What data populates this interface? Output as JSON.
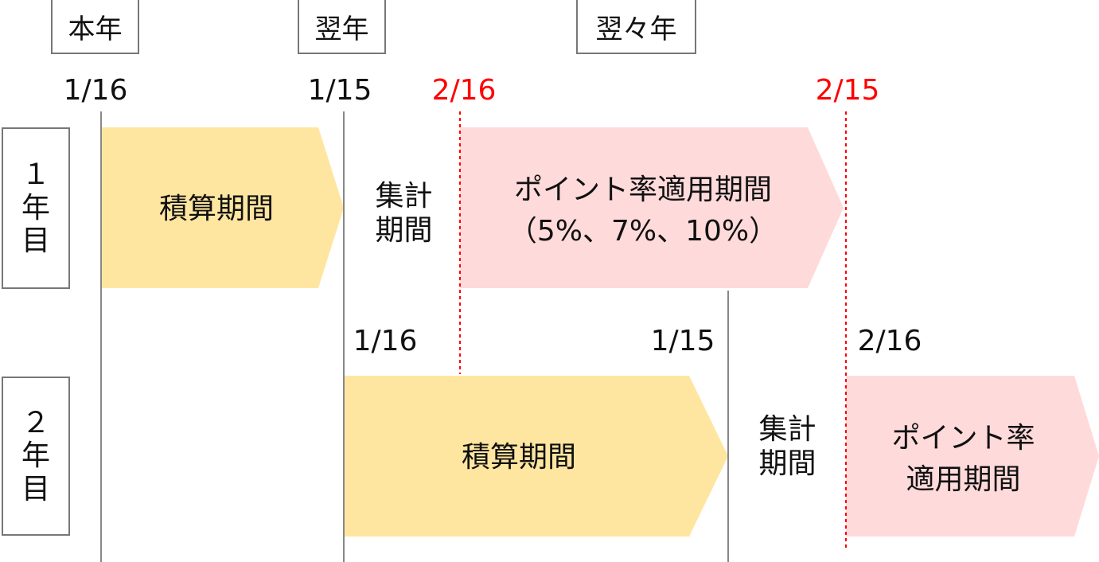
{
  "colors": {
    "accumulation": "#FFE6A0",
    "application": "#FFDADB",
    "deadline": "#FF0000",
    "line": "#888888"
  },
  "years": [
    "本年",
    "翌年",
    "翌々年"
  ],
  "rows": [
    {
      "label_chars": [
        "１",
        "年",
        "目"
      ],
      "dates": [
        "1/16",
        "1/15",
        "2/16",
        "2/15"
      ],
      "accumulation": "積算期間",
      "tally": [
        "集計",
        "期間"
      ],
      "application": [
        "ポイント率適用期間",
        "（5%、7%、10%）"
      ]
    },
    {
      "label_chars": [
        "２",
        "年",
        "目"
      ],
      "dates": [
        "1/16",
        "1/15",
        "2/16"
      ],
      "accumulation": "積算期間",
      "tally": [
        "集計",
        "期間"
      ],
      "application": [
        "ポイント率",
        "適用期間"
      ]
    }
  ]
}
